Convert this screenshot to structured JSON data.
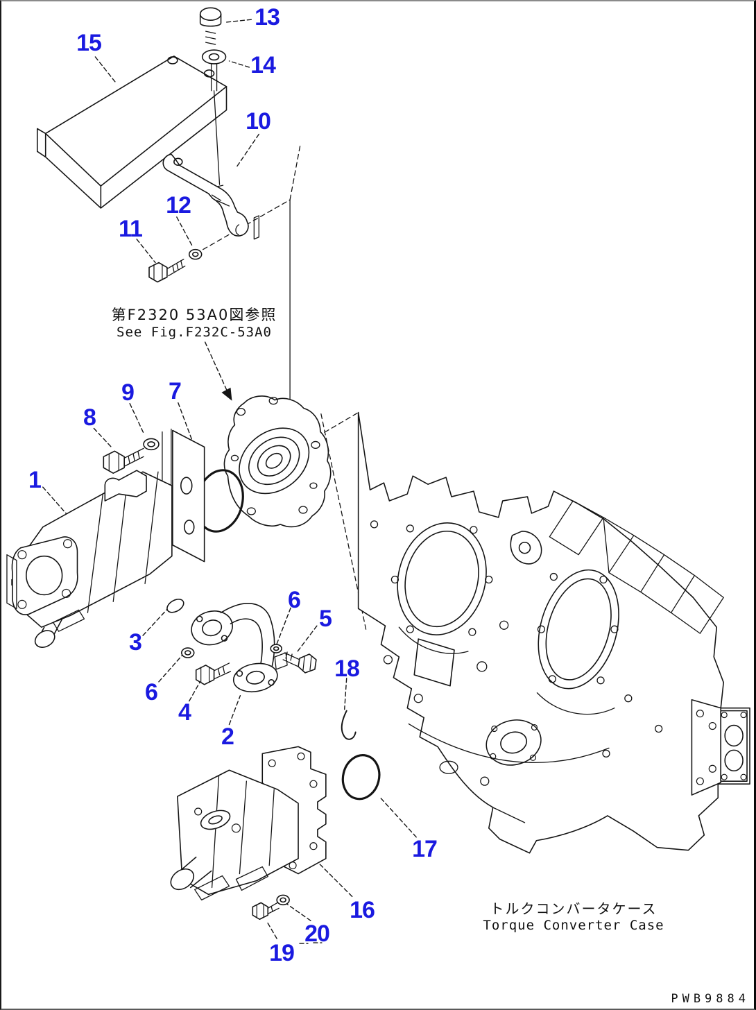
{
  "figure": {
    "type": "exploded-parts-diagram",
    "reference_note": {
      "jp": "第F2320 53A0図参照",
      "en": "See Fig.F232C-53A0"
    },
    "case_label": {
      "jp": "トルクコンバータケース",
      "en": "Torque Converter Case"
    },
    "doc_number": "PWB9884",
    "colors": {
      "callout": "#1a1ae0",
      "line": "#141414",
      "background": "#ffffff"
    }
  },
  "callouts": [
    {
      "label": "1"
    },
    {
      "label": "2"
    },
    {
      "label": "3"
    },
    {
      "label": "4"
    },
    {
      "label": "5"
    },
    {
      "label": "6"
    },
    {
      "label": "6"
    },
    {
      "label": "7"
    },
    {
      "label": "8"
    },
    {
      "label": "9"
    },
    {
      "label": "10"
    },
    {
      "label": "11"
    },
    {
      "label": "12"
    },
    {
      "label": "13"
    },
    {
      "label": "14"
    },
    {
      "label": "15"
    },
    {
      "label": "16"
    },
    {
      "label": "17"
    },
    {
      "label": "18"
    },
    {
      "label": "19"
    },
    {
      "label": "20"
    }
  ]
}
